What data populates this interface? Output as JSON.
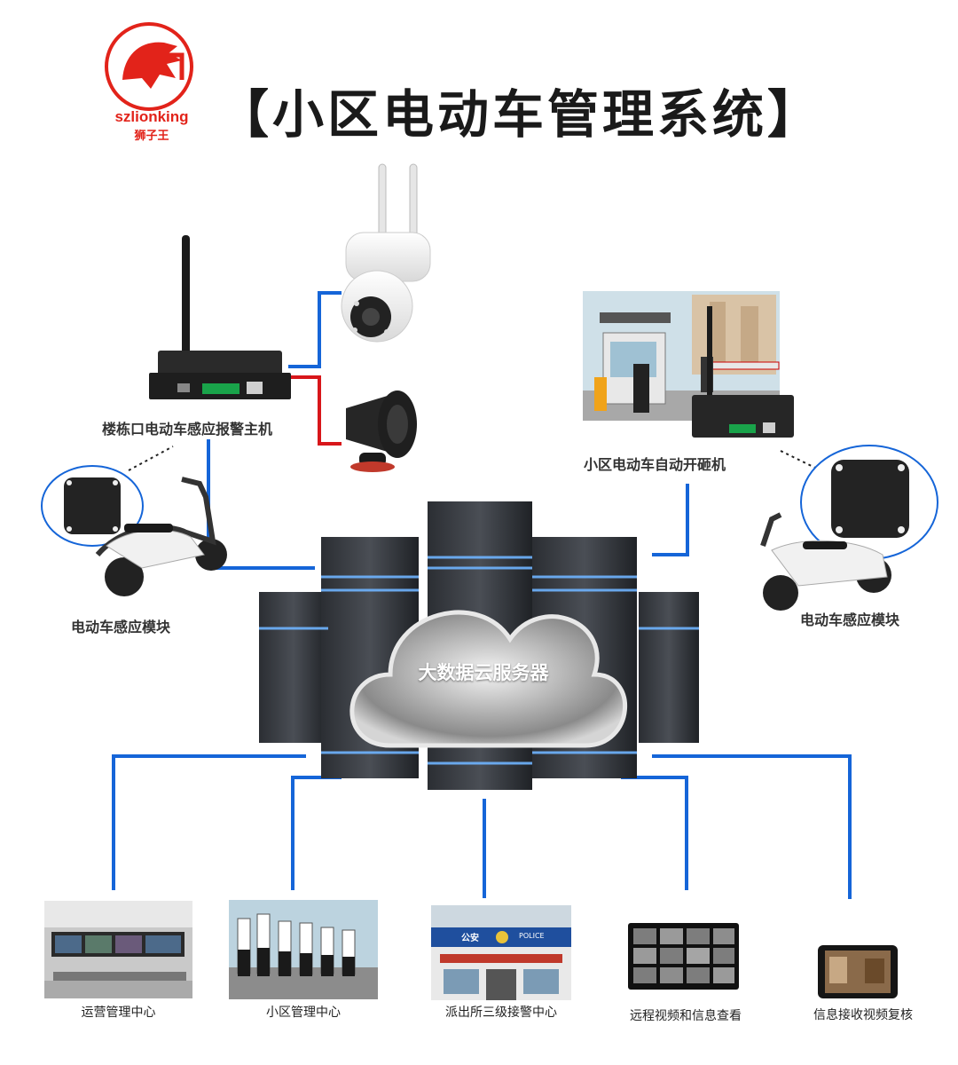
{
  "header": {
    "title": "【小区电动车管理系统】",
    "brand_name": "szlionking",
    "brand_sub": "狮子王"
  },
  "colors": {
    "brand_red": "#e2231a",
    "wire_blue": "#1565d8",
    "wire_red": "#d8161a"
  },
  "devices": {
    "host_label": "楼栋口电动车感应报警主机",
    "barrier_label": "小区电动车自动开砸机",
    "module_left_label": "电动车感应模块",
    "module_right_label": "电动车感应模块",
    "cloud_label": "大数据云服务器"
  },
  "centers": [
    {
      "label": "运营管理中心"
    },
    {
      "label": "小区管理中心"
    },
    {
      "label": "派出所三级接警中心"
    },
    {
      "label": "远程视频和信息查看"
    },
    {
      "label": "信息接收视频复核"
    }
  ],
  "photo_text": {
    "police_sign": "公安",
    "police_en": "POLICE"
  }
}
